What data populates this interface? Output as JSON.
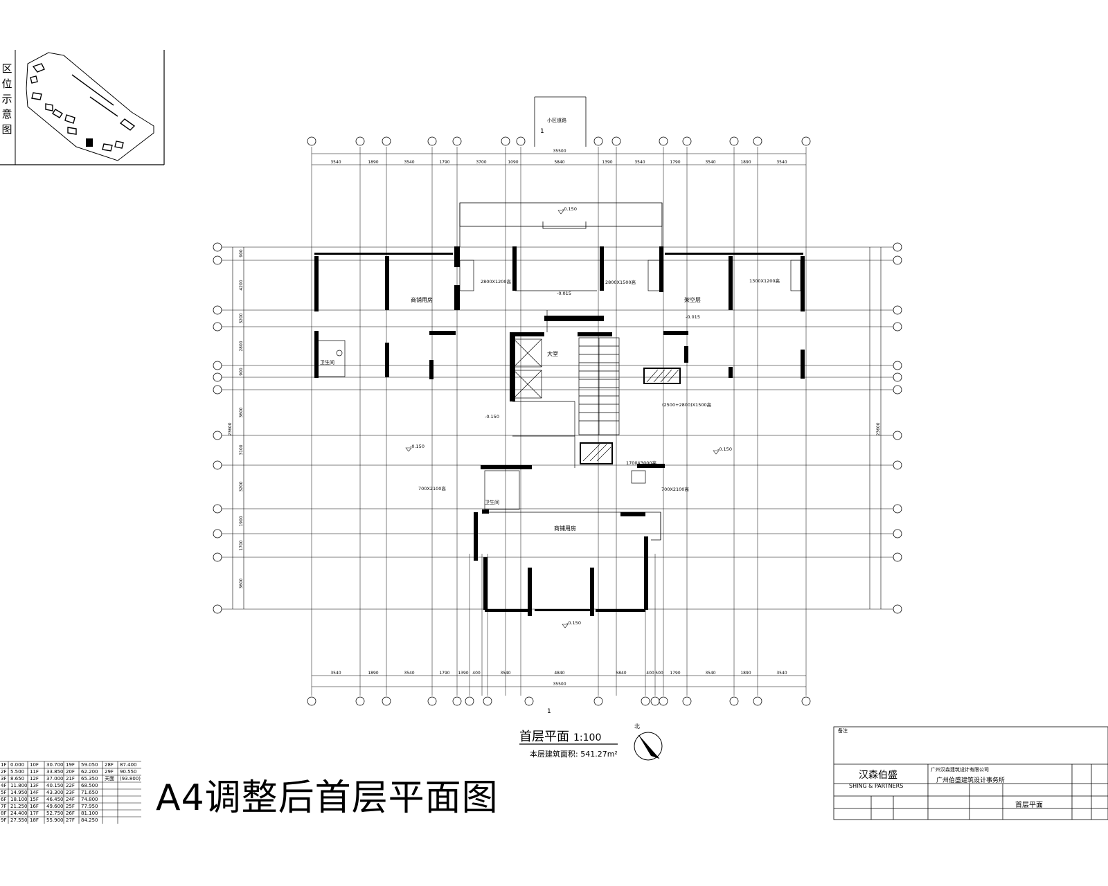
{
  "sheet": {
    "big_title": "A4调整后首层平面图",
    "plan_title": "首层平面",
    "plan_scale": "1:100",
    "plan_area": "本层建筑面积: 541.27m²",
    "north_label": "北"
  },
  "keymap": {
    "label_chars": [
      "区",
      "位",
      "示",
      "意",
      "图"
    ]
  },
  "plan": {
    "road_label": "小区道路",
    "section_mark": "1",
    "elevations": [
      "-0.150",
      "-0.150",
      "-0.150",
      "-0.150",
      "-0.015",
      "-0.015",
      "-0.150"
    ],
    "rooms": {
      "commercial_top_left": "商铺用房",
      "commercial_top_right": "架空层",
      "commercial_bottom": "商铺用房",
      "lobby": "大堂",
      "toilet_left": "卫生间",
      "toilet_bottom": "卫生间"
    },
    "window_notes": [
      "2800X1200高",
      "2800X1500高",
      "1300X1200高",
      "(2500+2800)X1500高",
      "1700X3000高",
      "700X2100高",
      "700X2100高"
    ],
    "top_dims": [
      "3540",
      "1890",
      "3540",
      "1790",
      "3700",
      "1090",
      "5840",
      "1390",
      "3540",
      "1790",
      "3540",
      "1890",
      "3540"
    ],
    "top_total": "35500",
    "bottom_dims": [
      "3540",
      "1890",
      "3540",
      "1790",
      "1390",
      "400",
      "3540",
      "4840",
      "5840",
      "400",
      "500",
      "1790",
      "3540",
      "1890",
      "3540"
    ],
    "bottom_total": "35500",
    "left_dims": [
      "900",
      "4200",
      "3200",
      "2800",
      "900",
      "3600",
      "3100",
      "3200",
      "1900",
      "1700",
      "3600"
    ],
    "left_total": "23600",
    "right_total": "23600"
  },
  "title_block": {
    "firm_cn": "汉森伯盛",
    "firm_en": "SHING & PARTNERS",
    "company1": "广州汉森建筑设计有限公司",
    "company2": "广州伯盛建筑设计事务所",
    "drawing_name": "首层平面",
    "notes_label": "备注"
  },
  "floor_table": {
    "rows": [
      [
        "1F",
        "0.000",
        "10F",
        "30.700",
        "19F",
        "59.050",
        "28F",
        "87.400"
      ],
      [
        "2F",
        "5.500",
        "11F",
        "33.850",
        "20F",
        "62.200",
        "29F",
        "90.550"
      ],
      [
        "3F",
        "8.650",
        "12F",
        "37.000",
        "21F",
        "65.350",
        "天面",
        "(93.800)"
      ],
      [
        "4F",
        "11.800",
        "13F",
        "40.150",
        "22F",
        "68.500",
        "",
        ""
      ],
      [
        "5F",
        "14.950",
        "14F",
        "43.300",
        "23F",
        "71.650",
        "",
        ""
      ],
      [
        "6F",
        "18.100",
        "15F",
        "46.450",
        "24F",
        "74.800",
        "",
        ""
      ],
      [
        "7F",
        "21.250",
        "16F",
        "49.600",
        "25F",
        "77.950",
        "",
        ""
      ],
      [
        "8F",
        "24.400",
        "17F",
        "52.750",
        "26F",
        "81.100",
        "",
        ""
      ],
      [
        "9F",
        "27.550",
        "18F",
        "55.900",
        "27F",
        "84.250",
        "",
        ""
      ]
    ]
  }
}
